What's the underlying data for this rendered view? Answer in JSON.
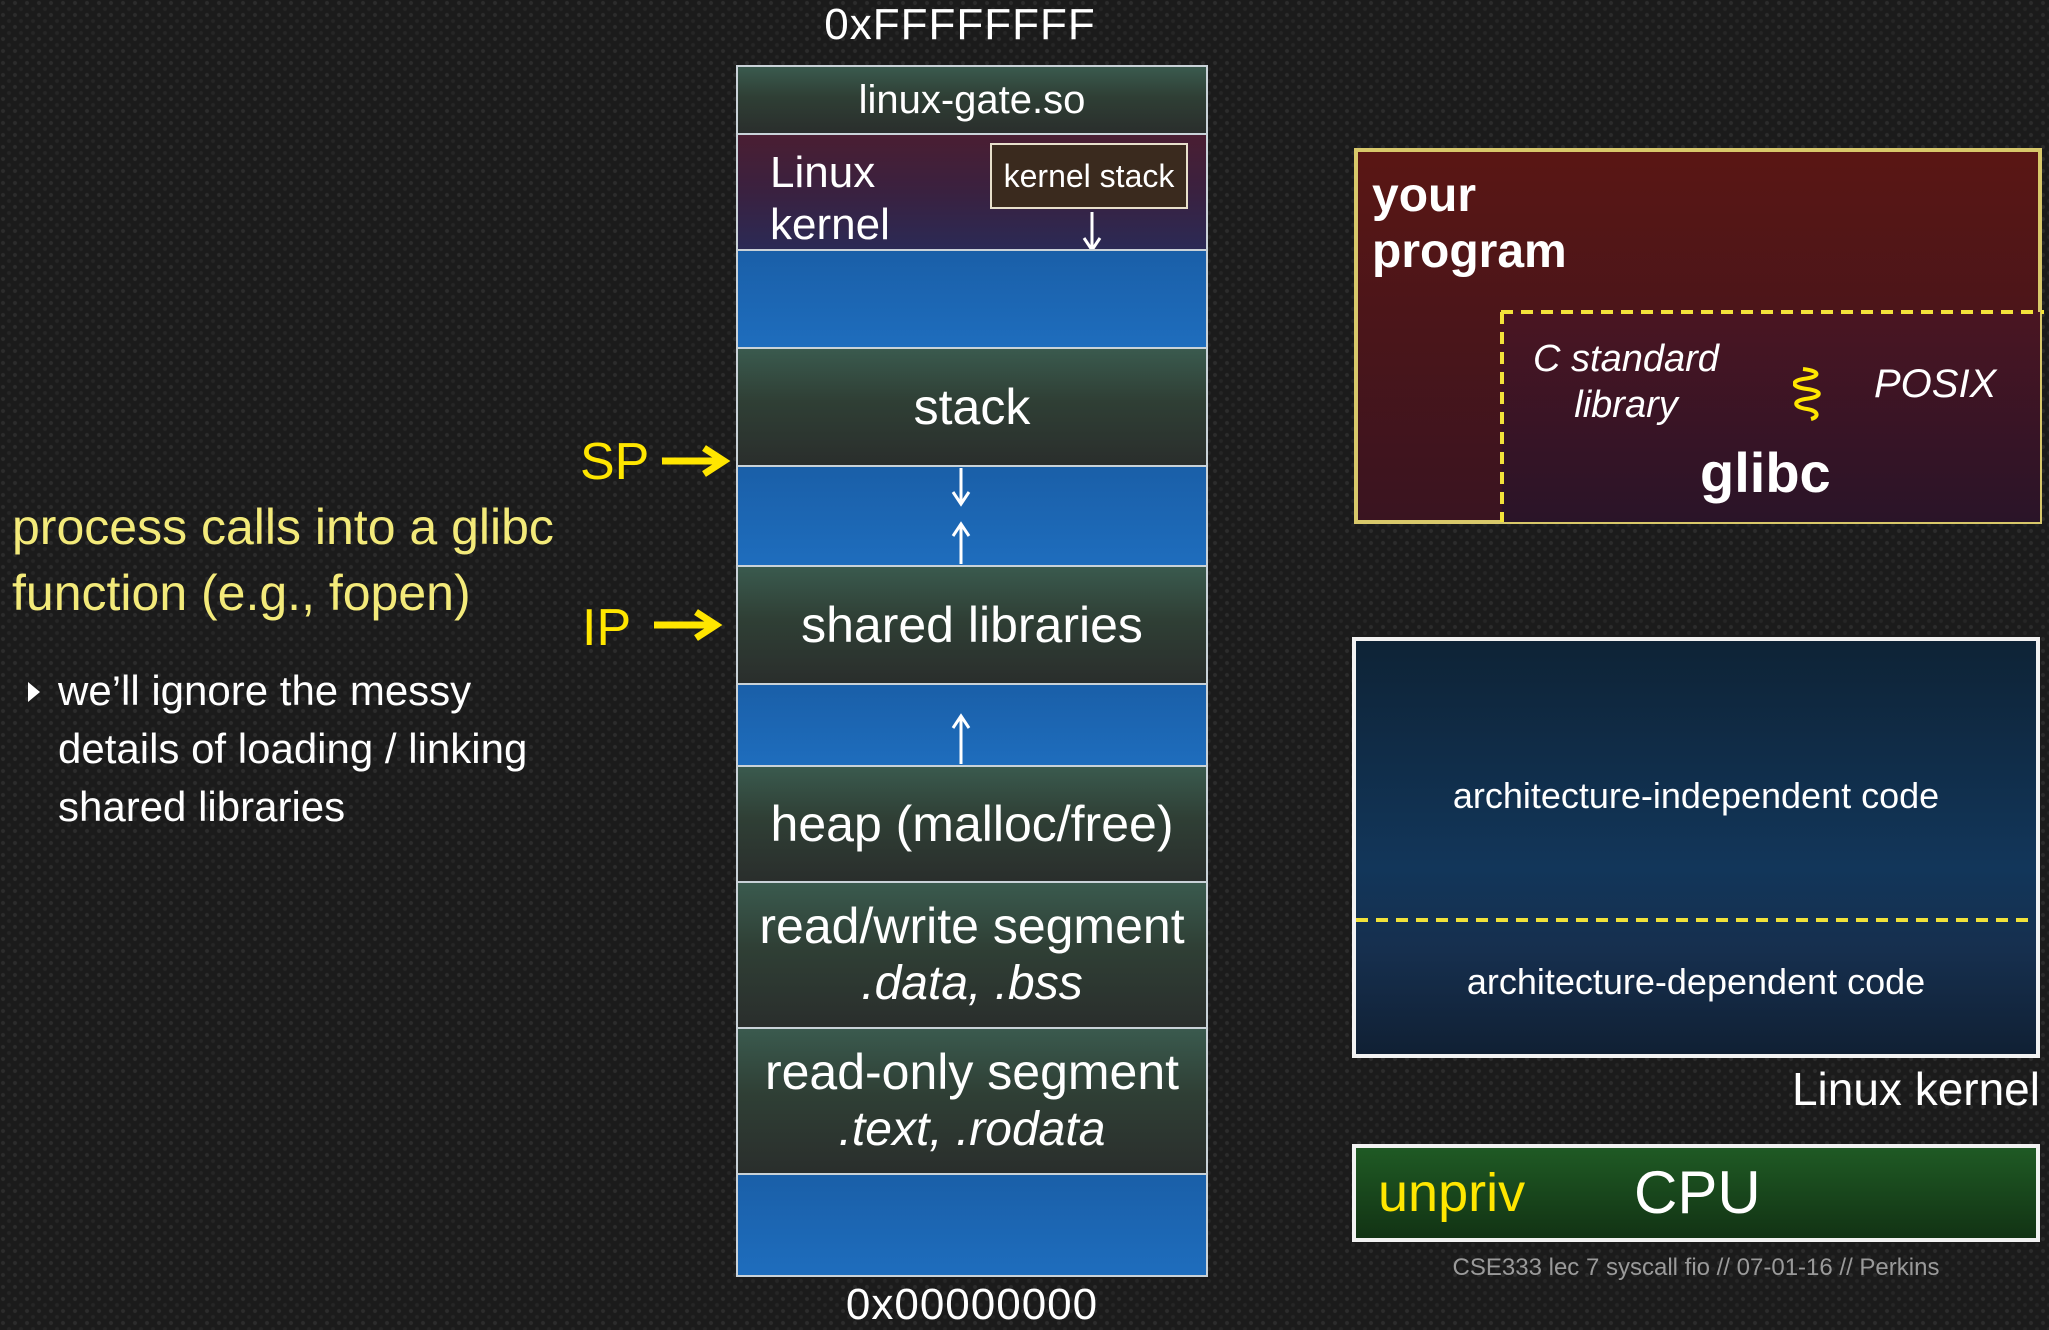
{
  "addresses": {
    "top": "0xFFFFFFFF",
    "bottom": "0x00000000"
  },
  "memory": {
    "linux_gate": "linux-gate.so",
    "linux_kernel": "Linux\nkernel",
    "kernel_stack": "kernel stack",
    "stack": "stack",
    "shared_libraries": "shared libraries",
    "heap": "heap (malloc/free)",
    "rw_segment": "read/write segment",
    "rw_sections": ".data, .bss",
    "ro_segment": "read-only segment",
    "ro_sections": ".text, .rodata"
  },
  "pointers": {
    "sp": "SP",
    "ip": "IP"
  },
  "text": {
    "title": "process calls into a glibc function (e.g., fopen)",
    "bullet": "we’ll ignore the messy details of loading  / linking shared libraries"
  },
  "program_box": {
    "title": "your\nprogram",
    "c_std_lib": "C standard\nlibrary",
    "posix": "POSIX",
    "glibc": "glibc"
  },
  "kernel_box": {
    "arch_independent": "architecture-independent code",
    "arch_dependent": "architecture-dependent code",
    "label": "Linux kernel"
  },
  "cpu_box": {
    "mode": "unpriv",
    "label": "CPU"
  },
  "footer": "CSE333 lec 7 syscall fio // 07-01-16 // Perkins",
  "colors": {
    "pointer": "#ffe600",
    "dashed": "#f2e23a",
    "title_text": "#f3ea7a"
  }
}
